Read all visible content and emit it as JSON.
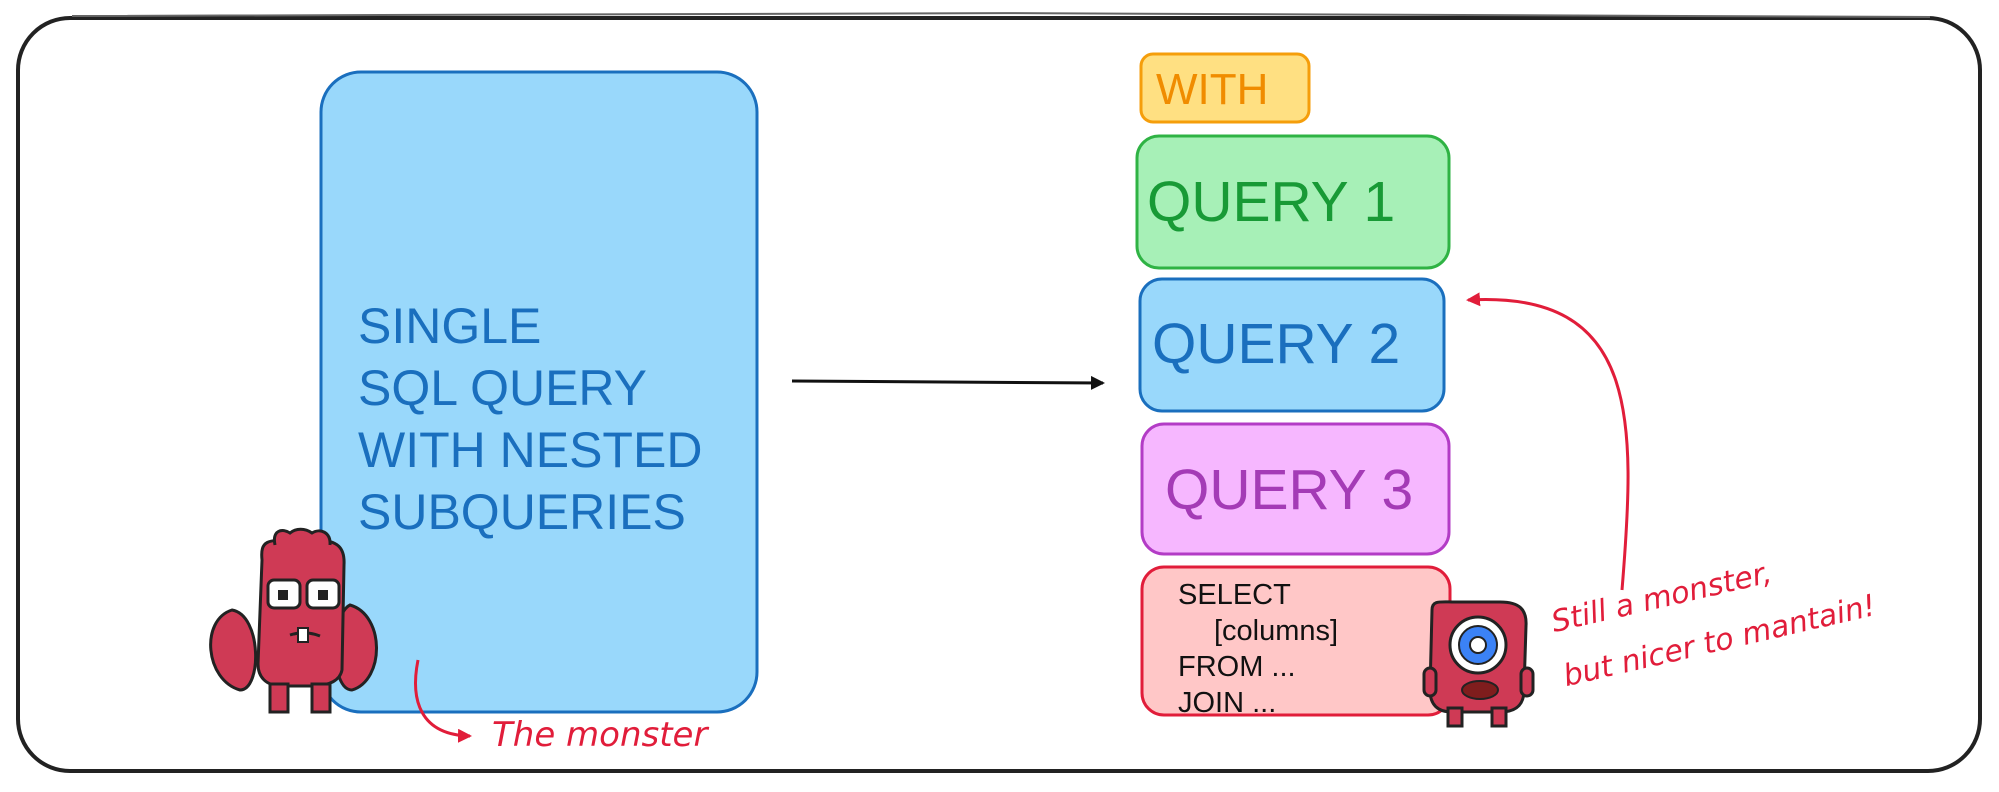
{
  "left_box": {
    "lines": [
      "SINGLE",
      "SQL QUERY",
      "WITH NESTED",
      "SUBQUERIES"
    ]
  },
  "right_stack": {
    "with_label": "WITH",
    "query1": "QUERY 1",
    "query2": "QUERY 2",
    "query3": "QUERY 3",
    "final_select": [
      "SELECT",
      "[columns]",
      "FROM ...",
      "JOIN ..."
    ]
  },
  "annotations": {
    "left": "The monster",
    "right_line1": "Still a monster,",
    "right_line2": "but nicer to mantain!"
  },
  "colors": {
    "frame": "#222222",
    "blue_fill": "#99d8fb",
    "blue_stroke": "#1a6fbe",
    "with_fill": "#ffe082",
    "with_stroke": "#f59e0b",
    "with_text": "#f08c00",
    "green_fill": "#a7f0b7",
    "green_stroke": "#2fb344",
    "green_text": "#189a36",
    "purple_fill": "#f6b7ff",
    "purple_stroke": "#b33cc6",
    "purple_text": "#a43bb6",
    "red_fill": "#ffc7c7",
    "red_stroke": "#e11d3a",
    "monster": "#cf3a55"
  }
}
